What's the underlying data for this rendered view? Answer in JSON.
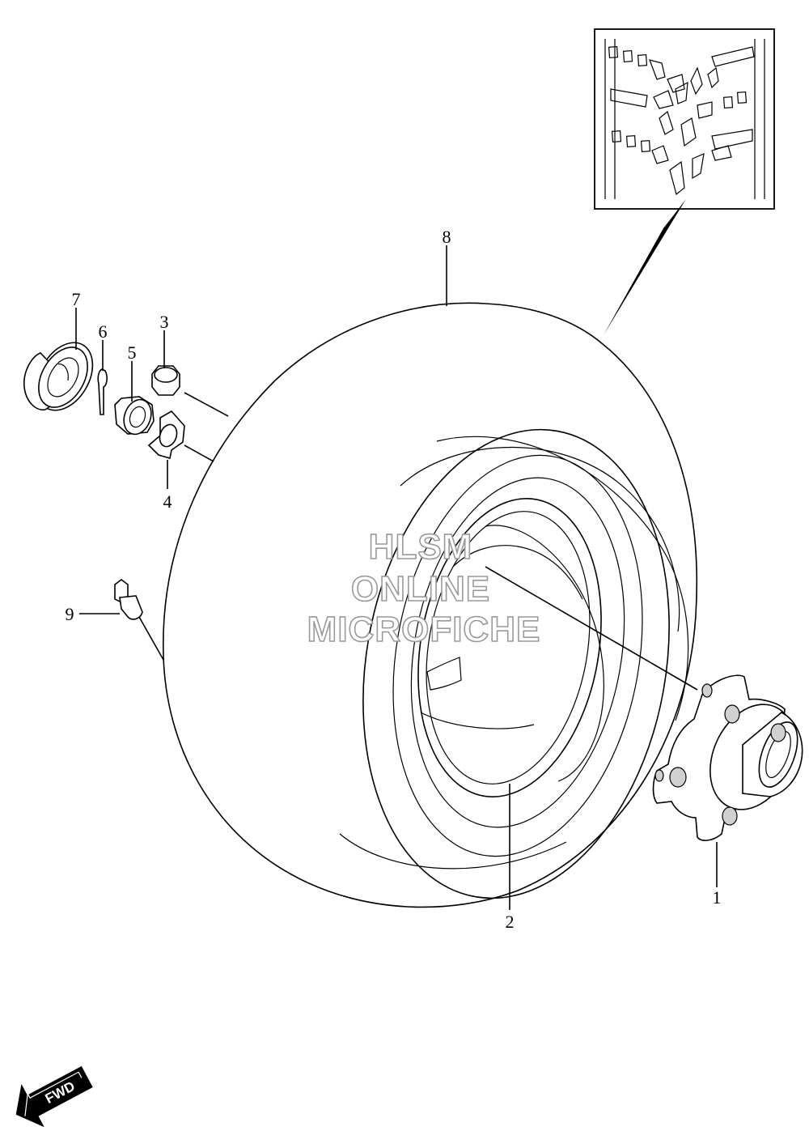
{
  "callouts": {
    "c1": "1",
    "c2": "2",
    "c3": "3",
    "c4": "4",
    "c5": "5",
    "c6": "6",
    "c7": "7",
    "c8": "8",
    "c9": "9"
  },
  "watermark": {
    "line1": "HLSM",
    "line2": "ONLINE",
    "line3": "MICROFICHE"
  },
  "fwd_label": "FWD",
  "icons": {
    "fwd": "fwd-arrow-icon"
  }
}
